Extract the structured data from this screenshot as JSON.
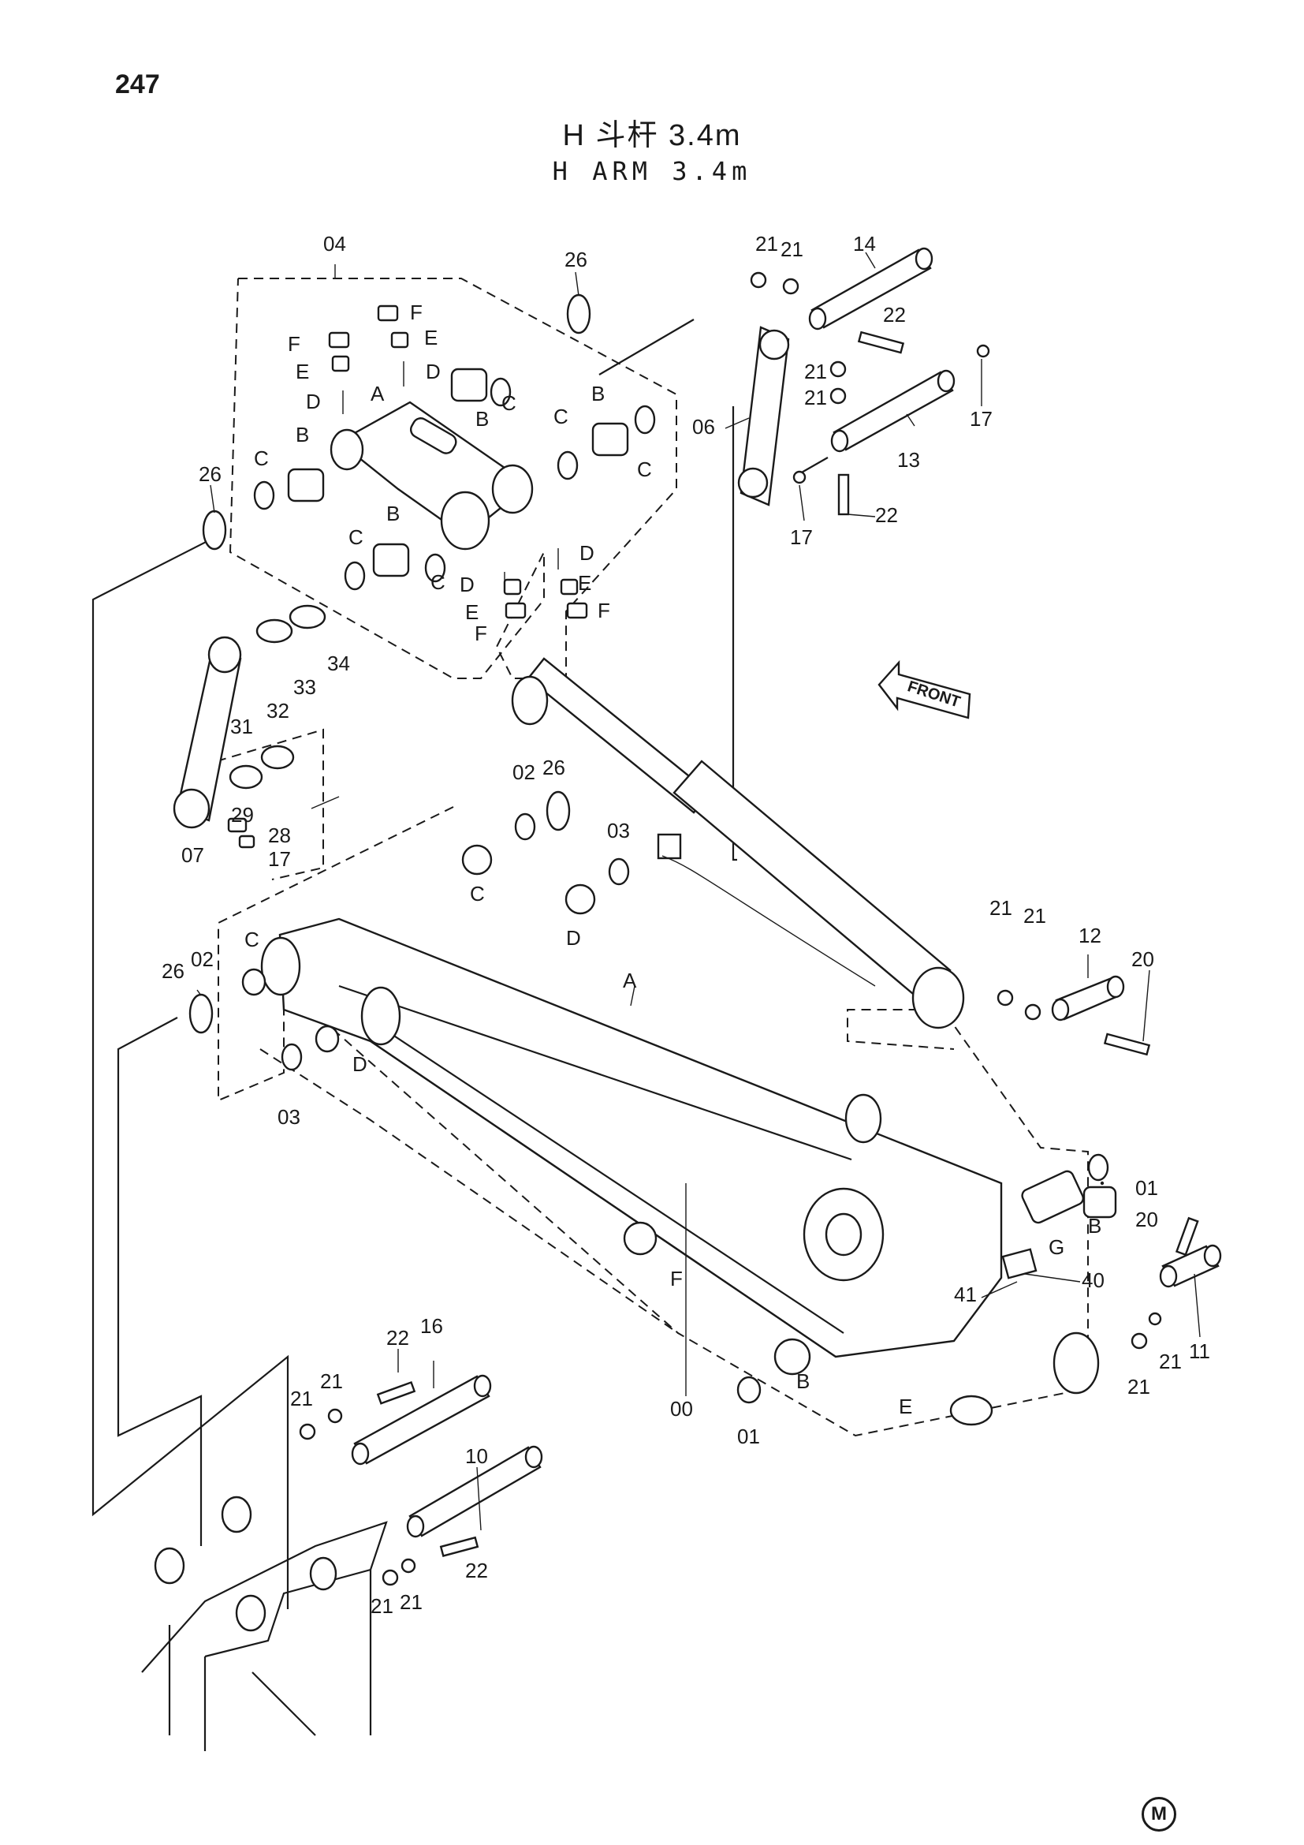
{
  "page": {
    "number": "247"
  },
  "title": {
    "cn": "H 斗杆 3.4m",
    "en": "H ARM 3.4m"
  },
  "front_label": "FRONT",
  "footer_mark": "M",
  "labels": {
    "l00": "00",
    "l01a": "01",
    "l01b": "01",
    "l02a": "02",
    "l02b": "02",
    "l03a": "03",
    "l03b": "03",
    "l04": "04",
    "l06": "06",
    "l07": "07",
    "l10": "10",
    "l11": "11",
    "l12": "12",
    "l13": "13",
    "l14": "14",
    "l16": "16",
    "l17a": "17",
    "l17b": "17",
    "l17c": "17",
    "l20a": "20",
    "l20b": "20",
    "l21a": "21",
    "l21b": "21",
    "l21c": "21",
    "l21d": "21",
    "l21e": "21",
    "l21f": "21",
    "l21g": "21",
    "l21h": "21",
    "l21i": "21",
    "l21j": "21",
    "l21k": "21",
    "l21l": "21",
    "l22a": "22",
    "l22b": "22",
    "l22c": "22",
    "l22d": "22",
    "l26a": "26",
    "l26b": "26",
    "l26c": "26",
    "l26d": "26",
    "l28": "28",
    "l29": "29",
    "l31": "31",
    "l32": "32",
    "l33": "33",
    "l34": "34",
    "l40": "40",
    "l41": "41",
    "lA1": "A",
    "lA2": "A",
    "lB1": "B",
    "lB2": "B",
    "lB3": "B",
    "lB4": "B",
    "lB5": "B",
    "lB6": "B",
    "lC1": "C",
    "lC2": "C",
    "lC3": "C",
    "lC4": "C",
    "lC5": "C",
    "lC6": "C",
    "lC7": "C",
    "lC8": "C",
    "lD1": "D",
    "lD2": "D",
    "lD3": "D",
    "lD4": "D",
    "lD5": "D",
    "lD6": "D",
    "lE1": "E",
    "lE2": "E",
    "lE3": "E",
    "lE4": "E",
    "lE5": "E",
    "lF1": "F",
    "lF2": "F",
    "lF3": "F",
    "lF4": "F",
    "lF5": "F",
    "lG": "G"
  }
}
